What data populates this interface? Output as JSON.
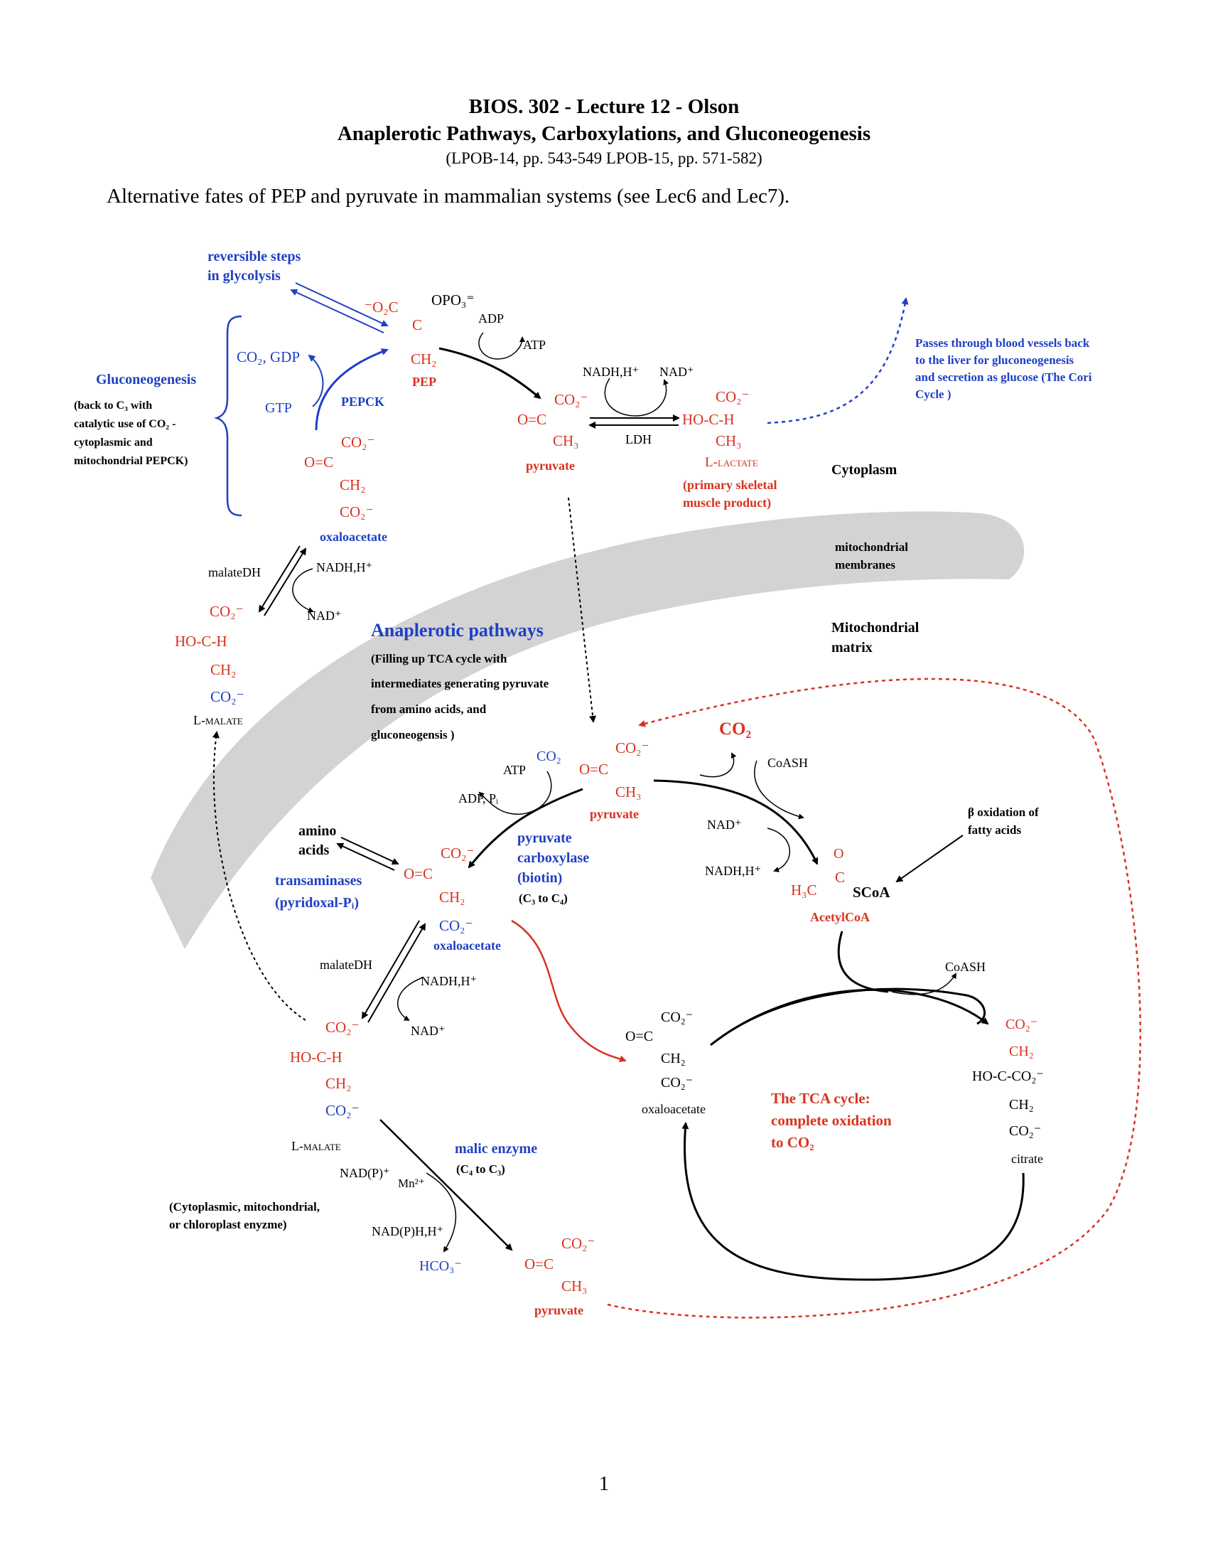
{
  "header": {
    "title_line1": "BIOS. 302 - Lecture 12 - Olson",
    "title_line2": "Anaplerotic Pathways, Carboxylations, and Gluconeogenesis",
    "reference": "(LPOB-14, pp. 543-549 LPOB-15, pp. 571-582)",
    "intro": "Alternative fates of PEP and pyruvate in mammalian systems (see Lec6 and Lec7)."
  },
  "gluconeogenesis": {
    "reversible_line1": "reversible steps",
    "reversible_line2": "in glycolysis",
    "title": "Gluconeogenesis",
    "note_line1": "(back to C₃ with",
    "note_line2": "catalytic use of CO₂ -",
    "note_line3": "cytoplasmic and",
    "note_line4": "mitochondrial PEPCK)",
    "co2_gdp": "CO₂, GDP",
    "gtp": "GTP",
    "pepck": "PEPCK"
  },
  "pep": {
    "o2c": "⁻O₂C",
    "opo3": "OPO₃⁼",
    "c": "C",
    "ch2": "CH₂",
    "name": "PEP",
    "adp": "ADP",
    "atp": "ATP"
  },
  "pyruvate_top": {
    "co2": "CO₂⁻",
    "oc": "O=C",
    "ch3": "CH₃",
    "name": "pyruvate"
  },
  "ldh": {
    "nadh": "NADH,H⁺",
    "nad": "NAD⁺",
    "enzyme": "LDH"
  },
  "lactate": {
    "co2": "CO₂⁻",
    "hoch": "HO-C-H",
    "ch3": "CH₃",
    "name": "L-lactate",
    "note_line1": "(primary skeletal",
    "note_line2": "muscle product)"
  },
  "cori": {
    "line1": "Passes through blood vessels back",
    "line2": "to the liver for gluconeogenesis",
    "line3": "and secretion as glucose (The Cori",
    "line4": "Cycle )"
  },
  "compartments": {
    "cytoplasm": "Cytoplasm",
    "membranes_line1": "mitochondrial",
    "membranes_line2": "membranes",
    "matrix_line1": "Mitochondrial",
    "matrix_line2": "matrix"
  },
  "oaa_cyto": {
    "co2": "CO₂⁻",
    "oc": "O=C",
    "ch2": "CH₂",
    "co2b": "CO₂⁻",
    "name": "oxaloacetate"
  },
  "malate_dh_cyto": {
    "enzyme": "malateDH",
    "nadh": "NADH,H⁺",
    "nad": "NAD⁺"
  },
  "malate_cyto": {
    "co2": "CO₂⁻",
    "hoch": "HO-C-H",
    "ch2": "CH₂",
    "co2b": "CO₂⁻",
    "name": "L-malate"
  },
  "anaplerotic": {
    "title": "Anaplerotic pathways",
    "line1": "(Filling up TCA cycle with",
    "line2": "intermediates generating pyruvate",
    "line3": "from amino acids, and",
    "line4": "gluconeogensis )"
  },
  "pyruvate_mito": {
    "co2": "CO₂⁻",
    "oc": "O=C",
    "ch3": "CH₃",
    "name": "pyruvate",
    "atp": "ATP",
    "co2_in": "CO₂",
    "adp_pi": "ADP, Pᵢ"
  },
  "pdh": {
    "co2_out": "CO₂",
    "coash": "CoASH",
    "nad": "NAD⁺",
    "nadh": "NADH,H⁺"
  },
  "beta_ox": {
    "line1": "β oxidation of",
    "line2": "fatty acids"
  },
  "acetylcoa": {
    "o": "O",
    "h3c": "H₃C",
    "c": "C",
    "scoa": "SCoA",
    "name": "AcetylCoA"
  },
  "amino": {
    "line1": "amino",
    "line2": "acids",
    "transaminases": "transaminases",
    "cofactor": "(pyridoxal-Pᵢ)"
  },
  "pc": {
    "line1": "pyruvate",
    "line2": "carboxylase",
    "line3": "(biotin)",
    "note": "(C₃ to C₄)"
  },
  "oaa_mito": {
    "co2": "CO₂⁻",
    "oc": "O=C",
    "ch2": "CH₂",
    "co2b": "CO₂⁻",
    "name": "oxaloacetate"
  },
  "malate_dh_mito": {
    "enzyme": "malateDH",
    "nadh": "NADH,H⁺",
    "nad": "NAD⁺"
  },
  "malate_mito": {
    "co2": "CO₂⁻",
    "hoch": "HO-C-H",
    "ch2": "CH₂",
    "co2b": "CO₂⁻",
    "name": "L-malate"
  },
  "malic_enzyme": {
    "name": "malic enzyme",
    "note": "(C₄ to C₃)",
    "nadp": "NAD(P)⁺",
    "mn": "Mn²⁺",
    "nadph": "NAD(P)H,H⁺",
    "hco3": "HCO₃⁻",
    "loc_line1": "(Cytoplasmic, mitochondrial,",
    "loc_line2": "or chloroplast enyzme)"
  },
  "pyruvate_bottom": {
    "co2": "CO₂⁻",
    "oc": "O=C",
    "ch3": "CH₃",
    "name": "pyruvate"
  },
  "tca": {
    "oaa_co2": "CO₂⁻",
    "oaa_oc": "O=C",
    "oaa_ch2": "CH₂",
    "oaa_co2b": "CO₂⁻",
    "oaa_name": "oxaloacetate",
    "coash": "CoASH",
    "cit_co2": "CO₂⁻",
    "cit_ch2": "CH₂",
    "cit_hoc": "HO-C-CO₂⁻",
    "cit_ch2b": "CH₂",
    "cit_co2b": "CO₂⁻",
    "cit_name": "citrate",
    "label_line1": "The TCA cycle:",
    "label_line2": "complete oxidation",
    "label_line3": "to CO₂"
  },
  "page_number": "1",
  "colors": {
    "red": "#d8331e",
    "blue": "#1f3fc4",
    "membrane": "#d3d3d3"
  }
}
